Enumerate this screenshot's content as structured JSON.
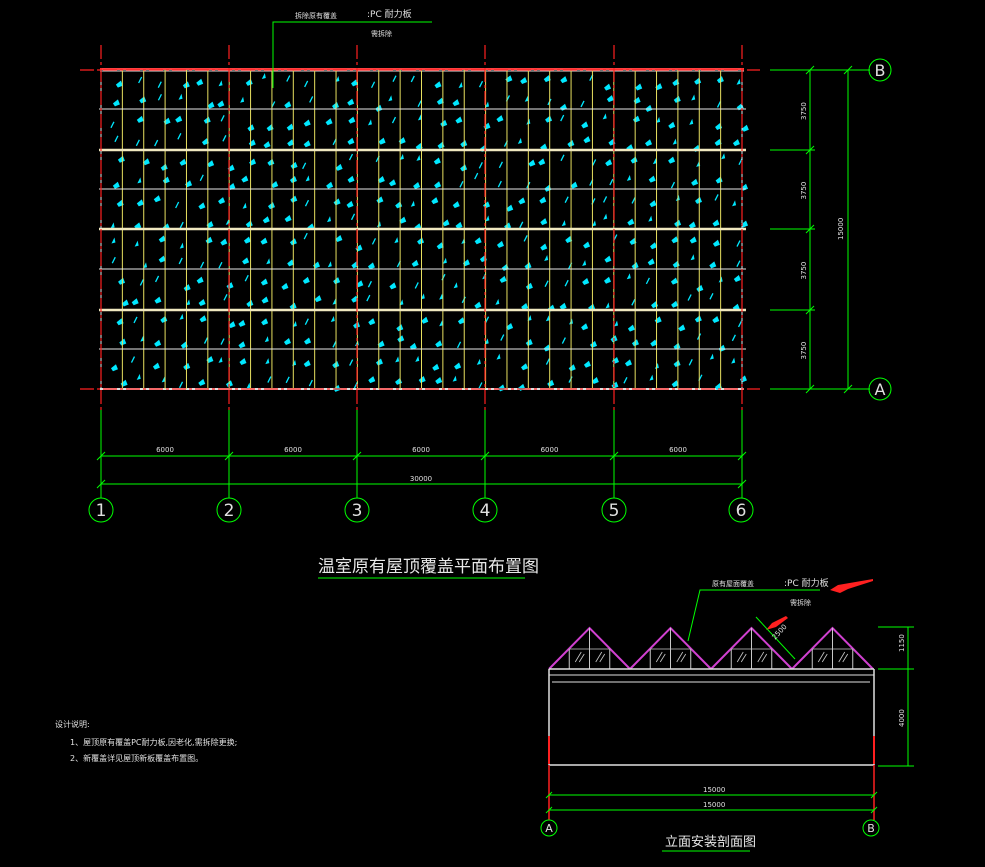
{
  "plan": {
    "title": "温室原有屋顶覆盖平面布置图",
    "callout_line1_a": "拆除原有覆盖",
    "callout_line1_b": ":PC 耐力板",
    "callout_line2": "需拆除",
    "grid_columns": [
      "1",
      "2",
      "3",
      "4",
      "5",
      "6"
    ],
    "grid_rows": [
      "B",
      "A"
    ],
    "span_dims": [
      "6000",
      "6000",
      "6000",
      "6000",
      "6000"
    ],
    "total_dim": "30000",
    "row_dims": [
      "3750",
      "3750",
      "3750",
      "3750"
    ],
    "total_row_dim": "15000"
  },
  "section": {
    "title": "立面安装剖面图",
    "callout_line1_a": "原有屋面覆盖",
    "callout_line1_b": ":PC 耐力板",
    "callout_line2": "需拆除",
    "slope_dim": "2500",
    "height_top": "1150",
    "height_main": "4000",
    "width_dim_1": "15000",
    "width_dim_2": "15000",
    "axis_left": "A",
    "axis_right": "B"
  },
  "notes": {
    "heading": "设计说明:",
    "item1": "1、屋顶原有覆盖PC耐力板,因老化,需拆除更换;",
    "item2": "2、新覆盖详见屋顶新板覆盖布置图。"
  },
  "colors": {
    "background": "#000000",
    "grid_red": "#ff2020",
    "purlin_yellow": "#e8e060",
    "dimension_green": "#00ff00",
    "hatch_cyan": "#00e8ff",
    "roof_magenta": "#d040d0",
    "arrow_red": "#ff2020"
  }
}
